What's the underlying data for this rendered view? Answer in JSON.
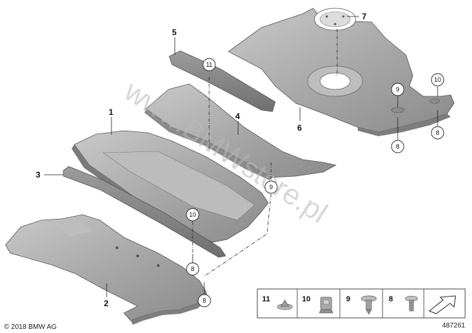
{
  "callouts": {
    "c1": "1",
    "c2": "2",
    "c3": "3",
    "c4": "4",
    "c5": "5",
    "c6": "6",
    "c7": "7",
    "c8a": "8",
    "c8b": "8",
    "c8c": "8",
    "c8d": "8",
    "c9a": "9",
    "c9b": "9",
    "c10a": "10",
    "c10b": "10",
    "c11": "11"
  },
  "legend": {
    "item11": "11",
    "item10": "10",
    "item9": "9",
    "item8": "8"
  },
  "watermark": "www.BMWstore.pl",
  "copyright": "© 2018 BMW AG",
  "diagram_id": "487261",
  "colors": {
    "panel_fill": "#a9a9a9",
    "panel_shade": "#8e8e8e",
    "panel_light": "#c4c4c4",
    "line": "#222222"
  },
  "icons": {
    "nav": "arrow-panel-icon"
  }
}
